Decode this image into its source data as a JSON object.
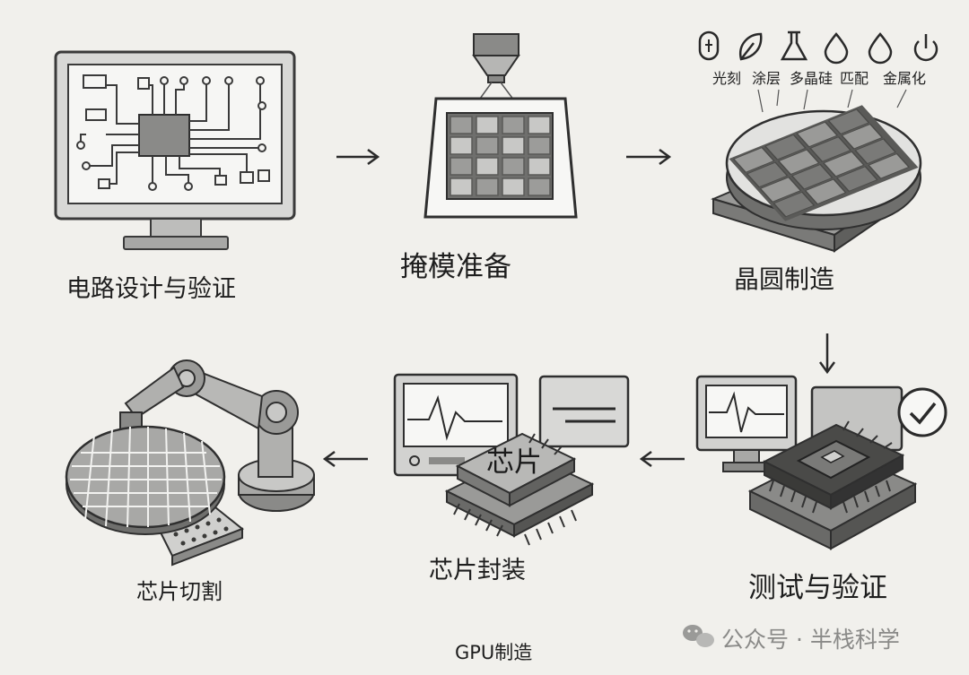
{
  "steps": [
    {
      "label": "电路设计与验证"
    },
    {
      "label": "掩模准备"
    },
    {
      "label": "晶圆制造"
    },
    {
      "label": "测试与验证"
    },
    {
      "label": "芯片封装"
    },
    {
      "label": "芯片切割"
    }
  ],
  "wafer_process_labels": [
    "光刻",
    "涂层",
    "多晶硅",
    "匹配",
    "金属化"
  ],
  "chip_text": "芯片",
  "caption": "GPU制造",
  "watermark": {
    "text": "公众号 · 半栈科学"
  },
  "colors": {
    "background": "#f1f0ec",
    "outline": "#3a3a3a",
    "fill_dark": "#6f6f6f",
    "fill_mid": "#a8a8a8",
    "fill_light": "#d6d6d6"
  }
}
